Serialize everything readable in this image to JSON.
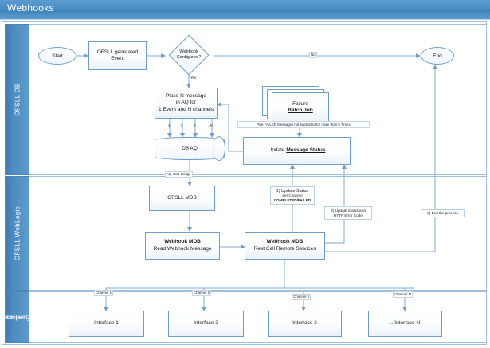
{
  "window": {
    "title": "Webhooks"
  },
  "colors": {
    "title_bar": "#4a8ec4",
    "lane_header": "#4d8bc0",
    "shape_border": "#6e9ec6",
    "connector": "#7fa9cc",
    "frame_border": "#9fc0dc",
    "text": "#1a1a1a"
  },
  "lanes": [
    {
      "id": "ofsll-db",
      "label": "OFSLL DB"
    },
    {
      "id": "ofsll-weblogic",
      "label": "OFSLL WebLogic"
    },
    {
      "id": "external-interface",
      "label_line1": "External",
      "label_line2": "Interface"
    }
  ],
  "nodes": {
    "start": {
      "label": "Start"
    },
    "event": {
      "label": "OFSLL generated Event",
      "line1": "OFSLL generated",
      "line2": "Event"
    },
    "decision": {
      "line1": "Webhook",
      "line2": "Configured?"
    },
    "place_msg": {
      "line1": "Place N message",
      "line2": "in AQ for",
      "line3": "1 Event and N channels"
    },
    "db_aq": {
      "label": "DB AQ"
    },
    "failure_batch": {
      "line1": "Failure",
      "line2": "Batch Job"
    },
    "update_status": {
      "prefix": "Update ",
      "emphasis": "Message Status"
    },
    "ofsll_mdb": {
      "label": "OFSLL MDB"
    },
    "webhook_mdb_read": {
      "line1": "Webhook MDB",
      "line2": "Read Webhook Message"
    },
    "webhook_mdb_rest": {
      "line1": "Webhook MDB",
      "line2": "Rest Call Remote Services"
    },
    "end": {
      "label": "End"
    }
  },
  "interfaces": [
    {
      "channel": "Channel 1",
      "label": "Interface 1"
    },
    {
      "channel": "Channel 2",
      "label": "Interface 2"
    },
    {
      "channel": "Channel 3",
      "label": "Interface 3"
    },
    {
      "channel": "Channel N",
      "label": "...Interface N"
    }
  ],
  "edge_labels": {
    "no": "No",
    "yes": "Yes",
    "aq_jms_bridge": "AQ-JMS Bridge",
    "aq_1": "1",
    "aq_2": "2",
    "aq_3": "3",
    "aq_n": "..N"
  },
  "annotations": {
    "pick_failed": "Pick FAILED Messages not submitted for more than 5 Times",
    "note1_l1": "1) Update Status",
    "note1_l2": "per Channel",
    "note1_l3": "COMPLETED/FAILED",
    "note2_l1": "2) Update Status and",
    "note2_l2": "HTTP Error Code",
    "note3": "3) End the process"
  }
}
